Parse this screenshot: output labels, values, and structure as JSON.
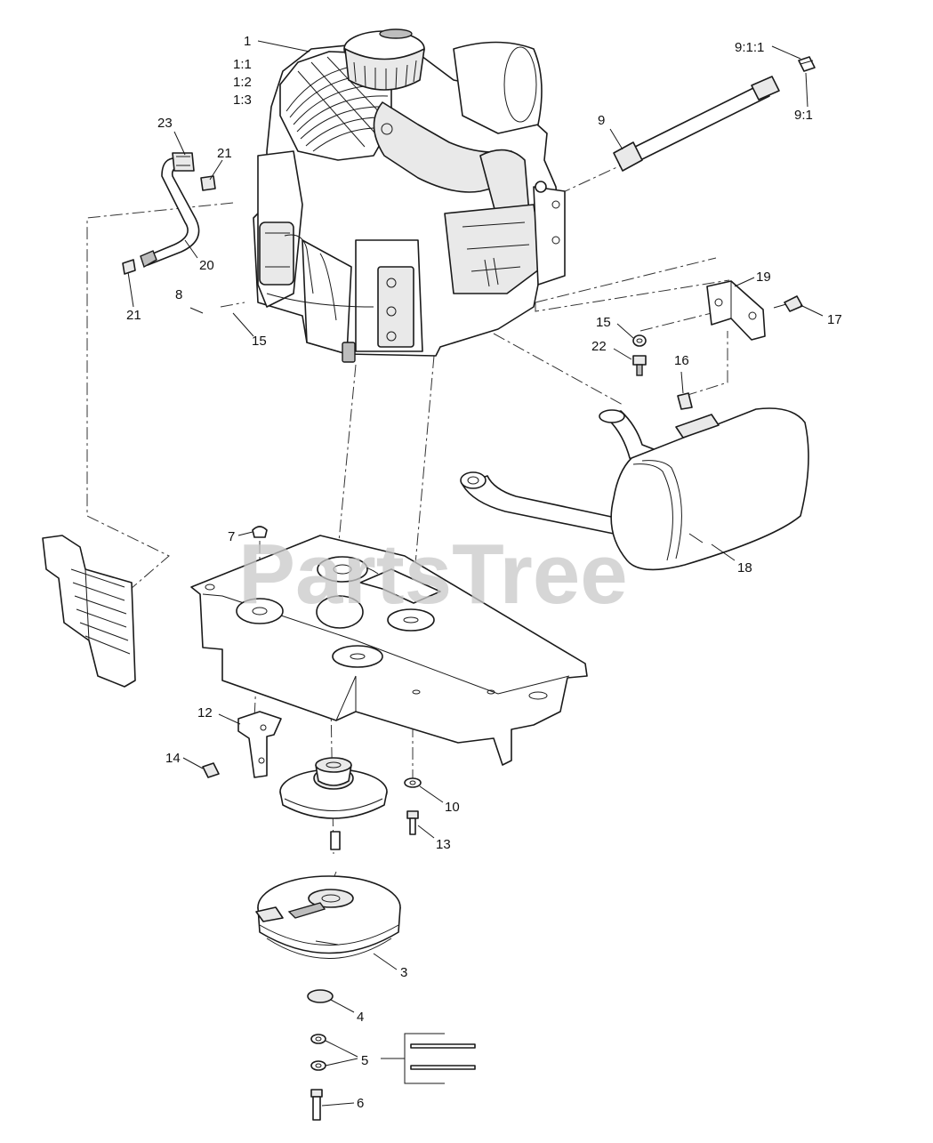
{
  "watermark": "PartsTree",
  "callouts": [
    "1",
    "1:1",
    "1:2",
    "1:3",
    "23",
    "21",
    "20",
    "21",
    "8",
    "15",
    "9:1:1",
    "9:1",
    "9",
    "19",
    "17",
    "15",
    "22",
    "16",
    "18",
    "7",
    "12",
    "14",
    "10",
    "13",
    "3",
    "4",
    "5",
    "6"
  ],
  "colors": {
    "line": "#1a1a1a",
    "watermark": "#c8c8c8",
    "background": "#ffffff"
  }
}
